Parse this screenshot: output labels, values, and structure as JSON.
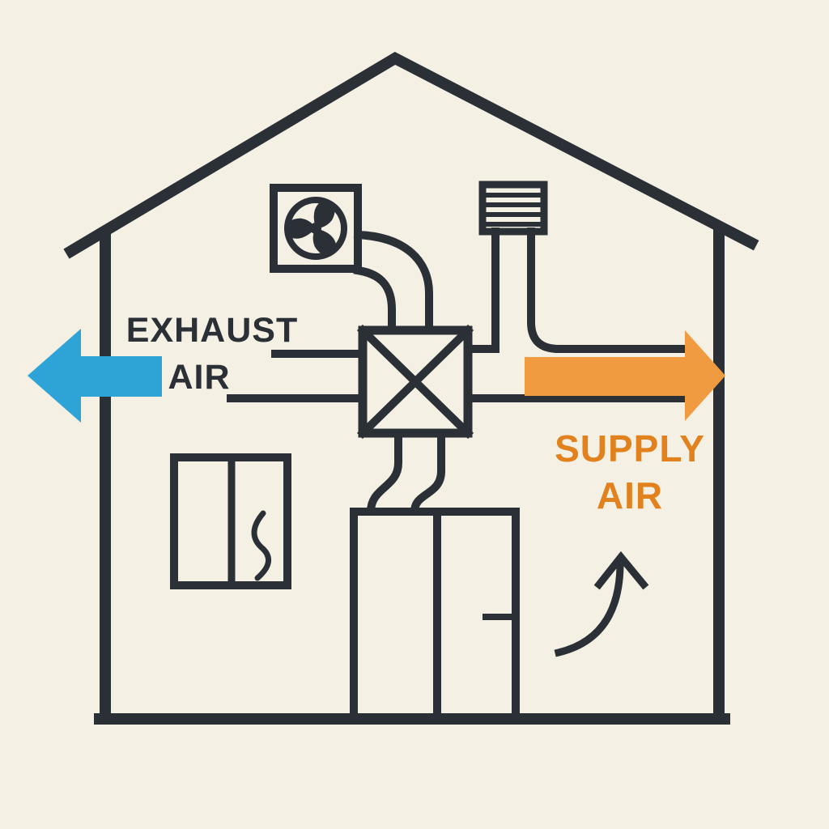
{
  "diagram": {
    "labels": {
      "exhaust_line1": "EXHAUST",
      "exhaust_line2": "AIR",
      "supply_line1": "SUPPLY",
      "supply_line2": "AIR"
    },
    "colors": {
      "background": "#f4f0e4",
      "line": "#2b3037",
      "exhaust_arrow": "#2ea3d5",
      "supply_arrow": "#f09b40",
      "supply_text": "#e1821e"
    },
    "icons": {
      "fan": "fan-icon",
      "vent_grille": "vent-grille-icon",
      "heat_exchanger": "heat-exchanger-icon",
      "window": "window-icon",
      "door": "door-icon",
      "airflow": "curved-up-arrow-icon"
    }
  }
}
